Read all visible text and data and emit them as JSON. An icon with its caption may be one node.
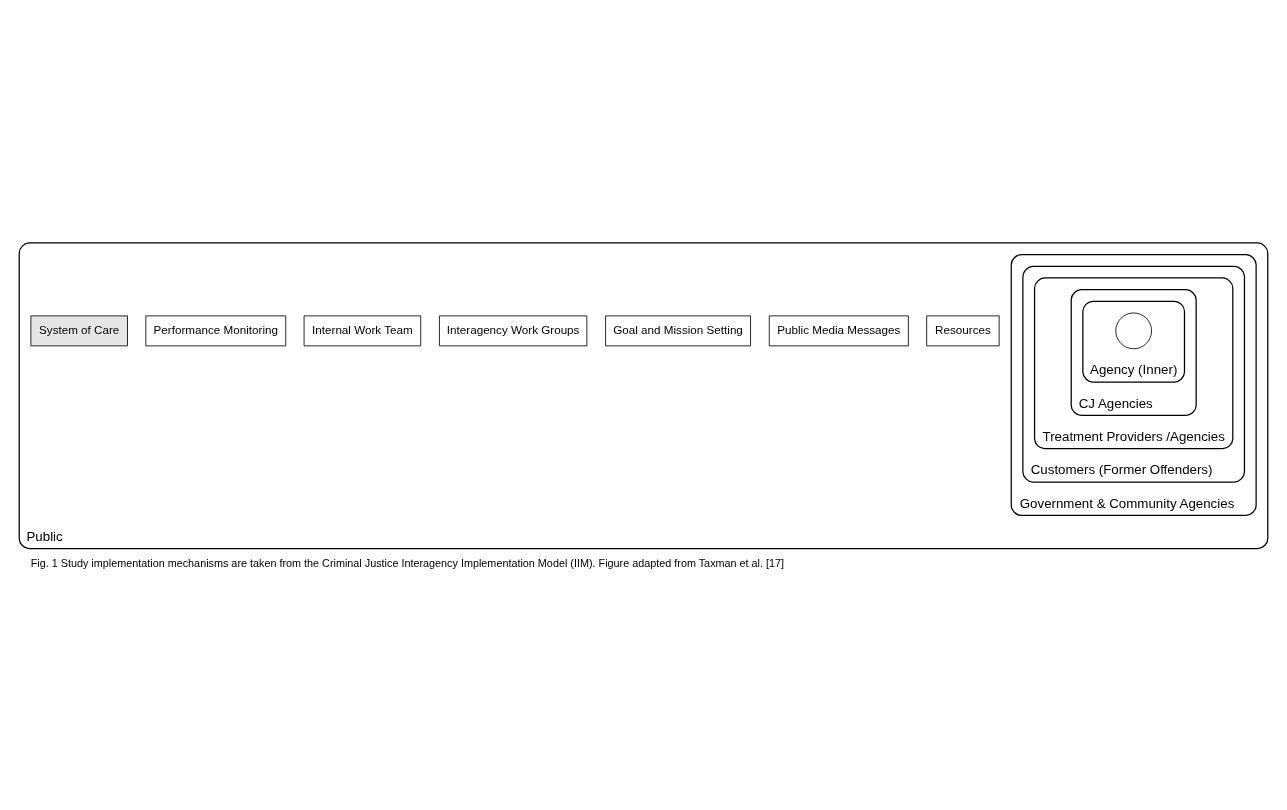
{
  "diagram": {
    "caption": "Fig. 1 Study implementation mechanisms are taken from the Criminal Justice Interagency Implementation Model (IIM). Figure adapted from Taxman et al. [17]",
    "nodes": [
      {
        "text": [
          "Public"
        ]
      },
      {
        "text": [
          "Government & Community Agencies"
        ],
        "in": 0
      },
      {
        "text": [
          "Customers (Former Offenders)"
        ],
        "in": 1
      },
      {
        "text": [
          "Treatment Providers /Agencies"
        ],
        "in": 2
      },
      {
        "text": [
          "CJ Agencies"
        ],
        "in": 3
      },
      {
        "text": [
          "Agency (Inner)"
        ],
        "in": 4
      },
      {
        "text": [],
        "shape": "circle",
        "in": 5
      },
      {
        "text": [
          "Resources"
        ],
        "in": 0
      },
      {
        "text": [
          "Public Media Messages"
        ],
        "in": 0
      },
      {
        "text": [
          "Goal and Mission Setting"
        ],
        "in": 0
      },
      {
        "text": [
          "Interagency Work Groups"
        ],
        "in": 0
      },
      {
        "text": [
          "Internal Work Team"
        ],
        "in": 0
      },
      {
        "text": [
          "Performance Monitoring"
        ],
        "in": 0
      },
      {
        "text": [
          "System of Care"
        ],
        "in": 0
      }
    ],
    "edges": []
  }
}
